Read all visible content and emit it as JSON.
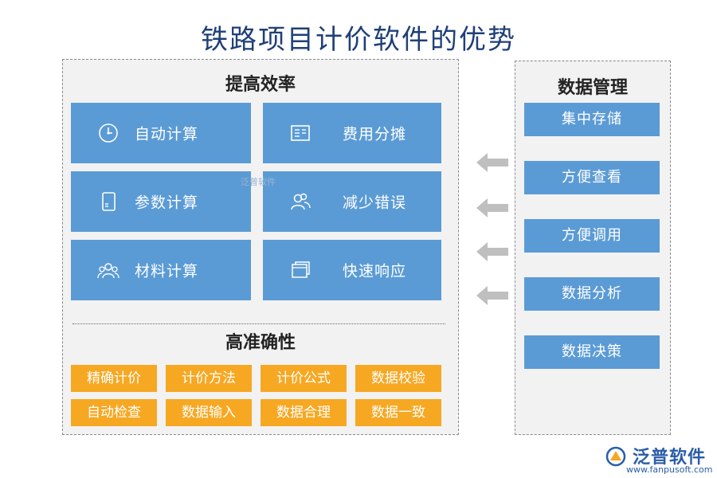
{
  "title": "铁路项目计价软件的优势",
  "efficiency": {
    "title": "提高效率",
    "tiles": [
      {
        "label": "自动计算",
        "icon": "clock-icon"
      },
      {
        "label": "费用分摊",
        "icon": "ledger-icon"
      },
      {
        "label": "参数计算",
        "icon": "document-icon"
      },
      {
        "label": "减少错误",
        "icon": "users-icon"
      },
      {
        "label": "材料计算",
        "icon": "group-icon"
      },
      {
        "label": "快速响应",
        "icon": "stacked-windows-icon"
      }
    ]
  },
  "accuracy": {
    "title": "高准确性",
    "items": [
      "精确计价",
      "计价方法",
      "计价公式",
      "数据校验",
      "自动检查",
      "数据输入",
      "数据合理",
      "数据一致"
    ]
  },
  "data_management": {
    "title": "数据管理",
    "items": [
      "集中存储",
      "方便查看",
      "方便调用",
      "数据分析",
      "数据决策"
    ]
  },
  "watermark": "泛普软件",
  "logo": {
    "name": "泛普软件",
    "url": "www.fanpusoft.com"
  },
  "colors": {
    "tile_blue": "#5b9bd5",
    "orange": "#f6a823",
    "title_navy": "#1f3f78",
    "arrow_gray": "#bfbfbf"
  }
}
